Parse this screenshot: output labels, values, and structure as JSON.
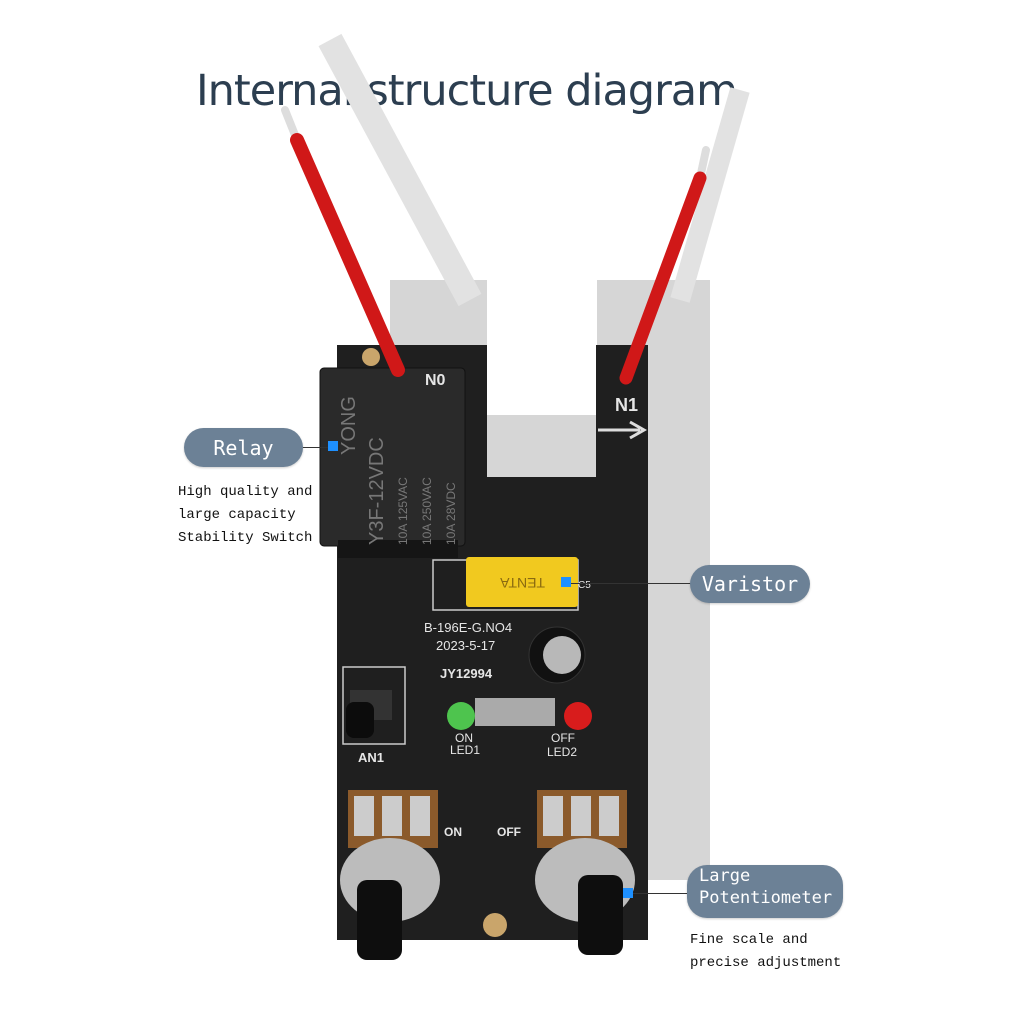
{
  "title": "Internal structure diagram",
  "callouts": {
    "relay": {
      "label": "Relay",
      "desc": [
        "High quality and",
        "large capacity",
        "Stability Switch"
      ]
    },
    "varistor": {
      "label": "Varistor"
    },
    "potentiometer": {
      "label": [
        "Large",
        "Potentiometer"
      ],
      "desc": [
        "Fine scale and",
        "precise adjustment"
      ]
    }
  },
  "board": {
    "relay_marking": [
      "YONG",
      "Y3F-12VDC",
      "10A 125VAC",
      "10A 250VAC",
      "10A 28VDC"
    ],
    "varistor_marking": "TENTA",
    "model": "B-196E-G.NO4",
    "date": "2023-5-17",
    "code": "JY12994",
    "n1": "N1",
    "n0": "N0",
    "c5": "C5",
    "an1": "AN1",
    "led1_state": "ON",
    "led1": "LED1",
    "led2_state": "OFF",
    "led2": "LED2",
    "pot_on": "ON",
    "pot_off": "OFF"
  },
  "colors": {
    "pill": "#6c8196",
    "marker": "#1e90ff",
    "board": "#1f1f1f",
    "wire": "#d01818"
  }
}
